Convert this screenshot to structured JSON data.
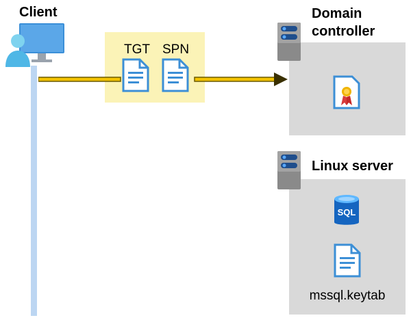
{
  "client": {
    "label": "Client",
    "icon": "client-computer-user-icon"
  },
  "request": {
    "tickets": [
      {
        "label": "TGT",
        "icon": "document-icon"
      },
      {
        "label": "SPN",
        "icon": "document-icon"
      }
    ],
    "arrow_icon": "arrow-right-icon"
  },
  "domain_controller": {
    "label_line1": "Domain",
    "label_line2": "controller",
    "server_icon": "server-icon",
    "content_icon": "certificate-icon"
  },
  "linux_server": {
    "label": "Linux server",
    "server_icon": "server-icon",
    "db_icon": "sql-database-icon",
    "db_label": "SQL",
    "file_icon": "document-icon",
    "file_label": "mssql.keytab"
  },
  "colors": {
    "panel": "#d9d9d9",
    "ticket_box": "#fbf3b7",
    "arrow": "#f2c200",
    "arrow_outline": "#6b5a00",
    "timeline": "#bcd6f2",
    "icon_blue": "#3c8fd6",
    "server_gray": "#8a8a8a"
  }
}
